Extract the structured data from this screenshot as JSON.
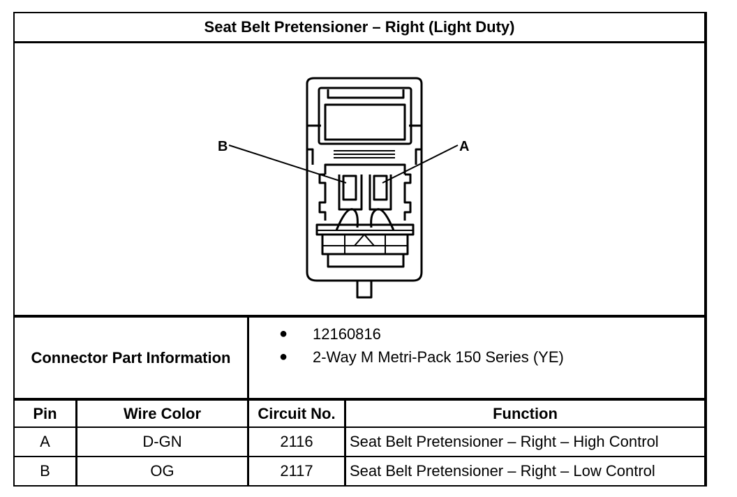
{
  "title": "Seat Belt Pretensioner – Right (Light Duty)",
  "diagram": {
    "pin_labels": [
      "B",
      "A"
    ]
  },
  "connector_info": {
    "label": "Connector Part Information",
    "items": [
      "12160816",
      "2-Way M Metri-Pack 150 Series (YE)"
    ]
  },
  "table": {
    "headers": [
      "Pin",
      "Wire Color",
      "Circuit No.",
      "Function"
    ],
    "rows": [
      [
        "A",
        "D-GN",
        "2116",
        "Seat Belt Pretensioner – Right – High Control"
      ],
      [
        "B",
        "OG",
        "2117",
        "Seat Belt Pretensioner – Right – Low Control"
      ]
    ]
  }
}
